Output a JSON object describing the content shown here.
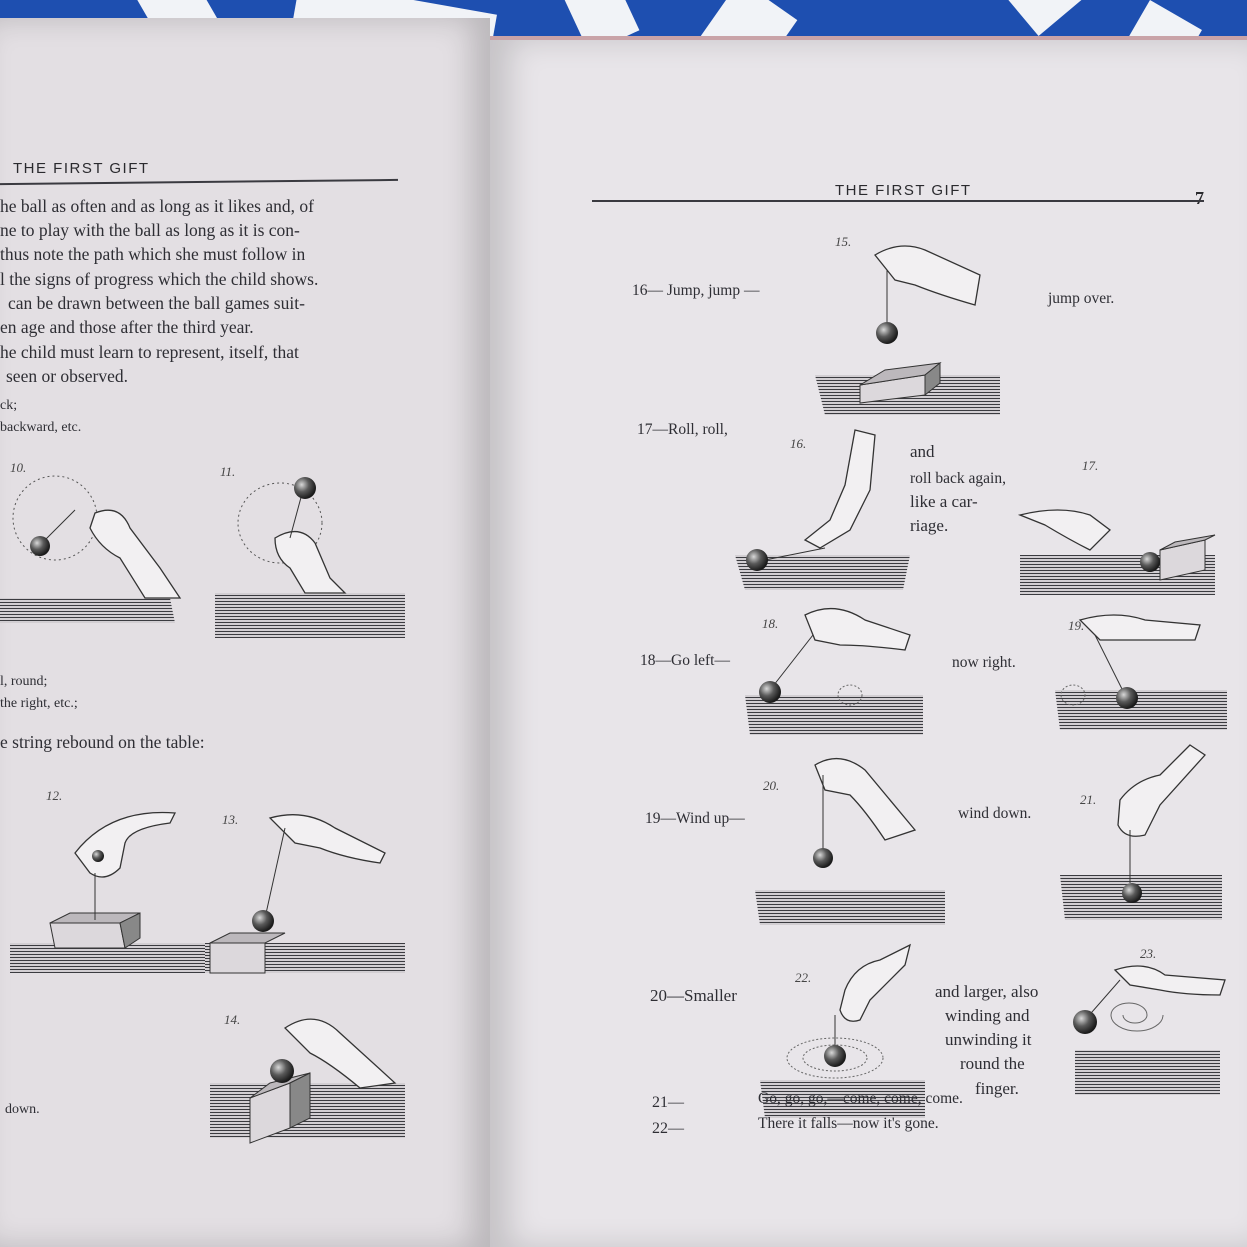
{
  "left_page": {
    "running_head": "THE FIRST GIFT",
    "paragraph_lines": [
      "he ball as often and as long as it likes and, of",
      "ne to play with the ball as long as it is con-",
      "thus note the path which she must follow in",
      "l the signs of progress which the child shows.",
      "can be drawn between the ball games suit-",
      "en age and those after the third year.",
      "he  child must learn to represent, itself, that",
      "seen or observed."
    ],
    "list_a": [
      "ck;",
      "backward, etc."
    ],
    "list_b": [
      "l, round;",
      "the right, etc.;"
    ],
    "string_line": "e string rebound on the table:",
    "down_label": "down.",
    "figure_numbers": [
      "10.",
      "11.",
      "12.",
      "13.",
      "14."
    ]
  },
  "right_page": {
    "running_head": "THE FIRST GIFT",
    "page_number": "7",
    "rows": [
      {
        "label": "16— Jump, jump —",
        "right_text": "jump over.",
        "fig": "15."
      },
      {
        "label": "17—Roll,  roll,",
        "right_text": [
          "and",
          "roll back again,",
          "like  a  car-",
          "riage."
        ],
        "fig_a": "16.",
        "fig_b": "17."
      },
      {
        "label": "18—Go left—",
        "right_text": "now right.",
        "fig_a": "18.",
        "fig_b": "19."
      },
      {
        "label": "19—Wind up—",
        "right_text": "wind down.",
        "fig_a": "20.",
        "fig_b": "21."
      },
      {
        "label": "20—Smaller",
        "right_text": [
          "and larger, also",
          "winding  and",
          "unwinding  it",
          "round  the",
          "finger."
        ],
        "fig_a": "22.",
        "fig_b": "23."
      }
    ],
    "verse_lines": [
      {
        "num": "21—",
        "text": "Go, go, go,—come, come, come."
      },
      {
        "num": "22—",
        "text": "There it falls—now it's gone."
      }
    ]
  }
}
